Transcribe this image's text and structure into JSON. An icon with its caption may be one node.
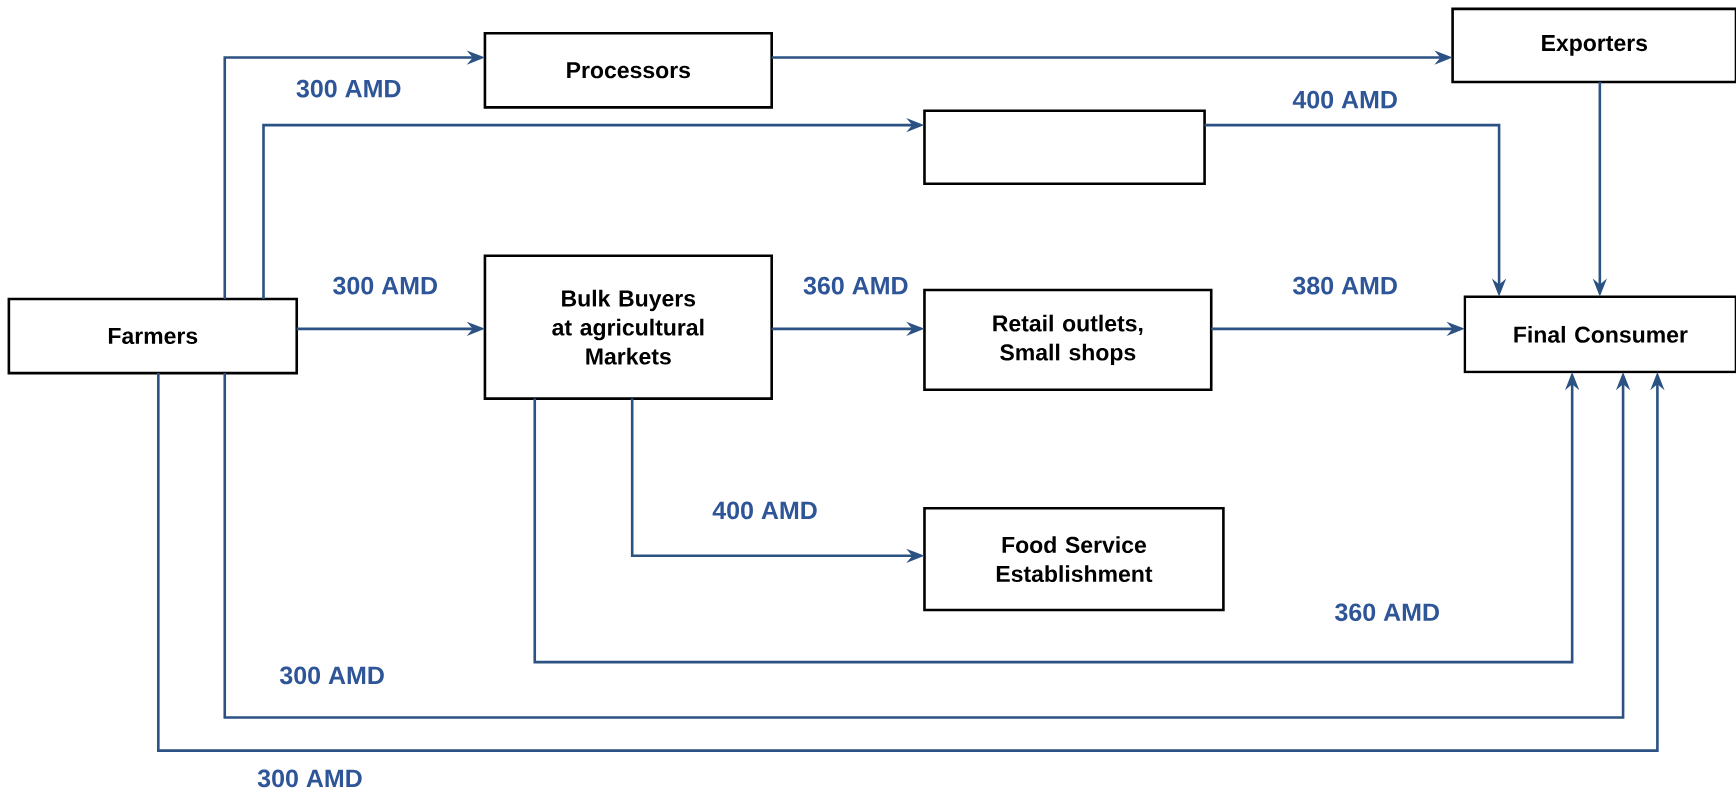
{
  "diagram": {
    "nodes": [
      {
        "text": [
          "Farmers"
        ]
      },
      {
        "text": [
          "Processors"
        ]
      },
      {
        "text": [
          "Exporters"
        ]
      },
      {
        "text": [],
        "shape": "box"
      },
      {
        "text": [
          "Bulk Buyers at agricultural Markets"
        ]
      },
      {
        "text": [
          "Retail outlets, Small shops"
        ]
      },
      {
        "text": [
          "Final Consumer"
        ]
      },
      {
        "text": [
          "Food Service Establishment"
        ]
      }
    ],
    "edges": [
      {
        "from": 0,
        "to": 1,
        "arrow": "to",
        "label": "300 AMD"
      },
      {
        "from": 0,
        "to": 3,
        "arrow": "to"
      },
      {
        "from": 1,
        "to": 2,
        "arrow": "to"
      },
      {
        "from": 3,
        "to": 6,
        "arrow": "to",
        "label": "400 AMD"
      },
      {
        "from": 2,
        "to": 6,
        "arrow": "to"
      },
      {
        "from": 0,
        "to": 4,
        "arrow": "to",
        "label": "300 AMD"
      },
      {
        "from": 4,
        "to": 5,
        "arrow": "to",
        "label": "360 AMD"
      },
      {
        "from": 5,
        "to": 6,
        "arrow": "to",
        "label": "380 AMD"
      },
      {
        "from": 4,
        "to": 7,
        "arrow": "to",
        "label": "400 AMD"
      },
      {
        "from": 4,
        "to": 6,
        "arrow": "to",
        "label": "360 AMD"
      },
      {
        "from": 0,
        "to": 6,
        "arrow": "to",
        "label": "300 AMD"
      },
      {
        "from": 0,
        "to": 6,
        "arrow": "to",
        "label": "300 AMD"
      }
    ]
  }
}
